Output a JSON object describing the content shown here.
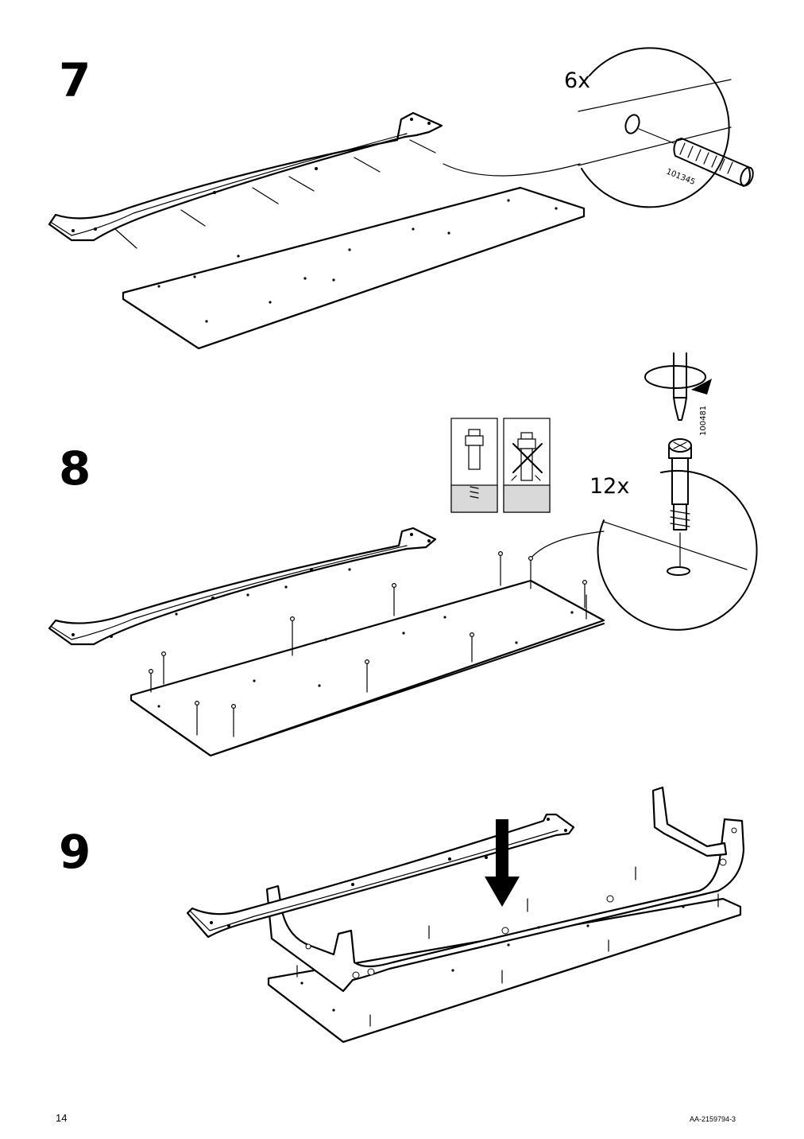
{
  "steps": [
    {
      "number": "7",
      "quantity": "6x",
      "part_number": "101345"
    },
    {
      "number": "8",
      "quantity": "12x",
      "part_number": "100481"
    },
    {
      "number": "9"
    }
  ],
  "footer": {
    "page_number": "14",
    "doc_code": "AA-2159794-3"
  },
  "icons": [
    "dowel-icon",
    "cam-bolt-icon",
    "screwdriver-icon",
    "rotate-arrow-icon",
    "down-arrow-icon",
    "correct-icon",
    "incorrect-icon"
  ]
}
